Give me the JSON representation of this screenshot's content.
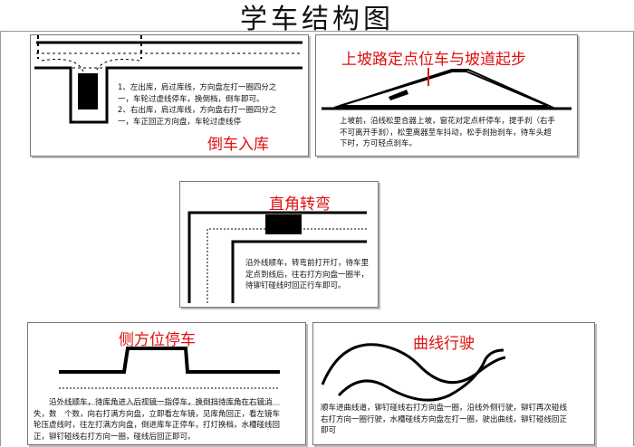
{
  "title": "学车结构图",
  "panels": [
    {
      "heading": "倒车入库",
      "text": "1、左出库，肩过库线，方向盘左打一圈四分之一，车轮过虚线停车，换倒档，倒车即可。",
      "text2": "2、右出库，肩过库线，方向盘右打一圈四分之一，车正回正方向盘，车轮过虚线停"
    },
    {
      "heading": "上坡路定点位车与坡道起步",
      "text": "上坡前，沿线松里合器上坡，窗花对定点杆停车，提手刹（右手不可离开手刹），松里离器至车抖动，松手刹抬刹车，待车头超下时，方可轻点刹车。"
    },
    {
      "heading": "直角转弯",
      "text": "沿外线顺车，转弯前打开灯，待车里定点到线后，往右打方向盘一圈半，待铆钉碰线时回正行车即可。"
    },
    {
      "heading": "侧方位停车",
      "text": "沿外线顺车，待库角进入后视镜一指停车，换倒挡待库角在右镜消失，数　个数，向右打满方向盘，立即看左车镜，见库角回正，看左镜车轮压虚线时，往左打满方向盘，倒进库车正停车，打灯换档，水槽碰线回正，铆钉碰线右打方向一圈，碰线后回正即可。"
    },
    {
      "heading": "曲线行驶",
      "text": "顺车进曲线道，铆钉碰线右打方向盘一圈，沿线外侧行驶，铆钉再次碰线右打方向一圈行驶，水槽碰线方向盘左打一圈，驶出曲线，铆钉碰线回正即可"
    }
  ],
  "colors": {
    "heading": "#e01010",
    "line": "#000000"
  }
}
